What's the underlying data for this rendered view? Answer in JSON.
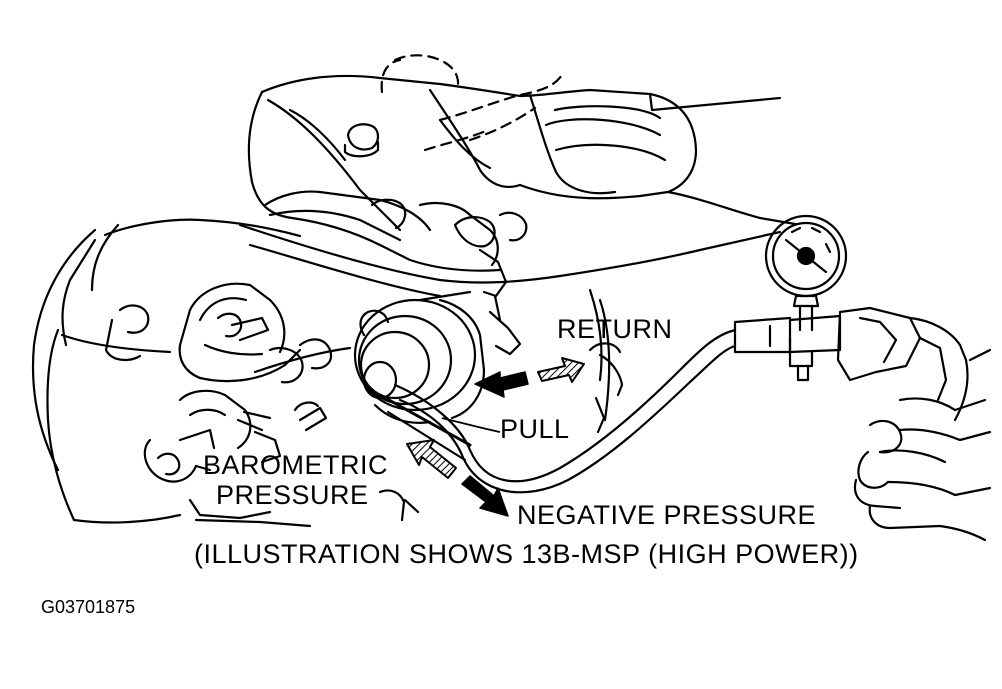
{
  "labels": {
    "return": "RETURN",
    "pull": "PULL",
    "barometric_line1": "BAROMETRIC",
    "barometric_line2": "PRESSURE",
    "negative_pressure": "NEGATIVE PRESSURE",
    "caption": "(ILLUSTRATION SHOWS 13B-MSP (HIGH POWER))",
    "figure_code": "G03701875"
  },
  "colors": {
    "ink": "#000000",
    "paper": "#ffffff"
  },
  "icons": {
    "pull_arrow": "solid-arrow-left",
    "return_arrow": "hatched-arrow-right",
    "barometric_arrow": "hatched-arrow-up-left",
    "negative_arrow": "solid-arrow-down-right"
  }
}
